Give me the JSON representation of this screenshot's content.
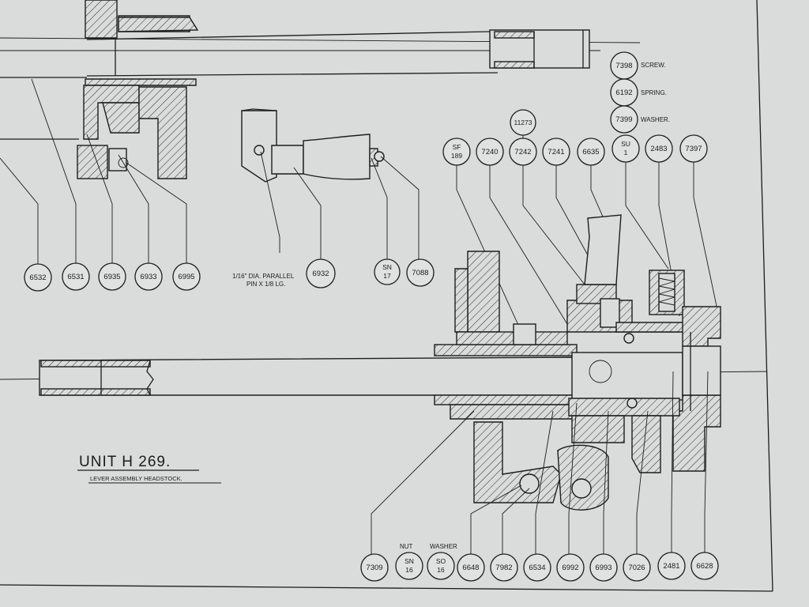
{
  "title": {
    "unit": "UNIT  H 269.",
    "subtitle": "LEVER ASSEMBLY HEADSTOCK."
  },
  "notes": {
    "pin_line1": "1/16\" DIA. PARALLEL",
    "pin_line2": "PIN X 1/8 LG.",
    "nut": "NUT",
    "washer": "WASHER"
  },
  "callouts_top": {
    "screw_no": "7398",
    "screw_label": "SCREW.",
    "spring_no": "6192",
    "spring_label": "SPRING.",
    "washer_no": "7399",
    "washer_label": "WASHER."
  },
  "bubbles": {
    "b6532": "6532",
    "b6531": "6531",
    "b6935": "6935",
    "b6933": "6933",
    "b6995": "6995",
    "b6932": "6932",
    "sn17_a": "SN",
    "sn17_b": "17",
    "b7088": "7088",
    "b11273": "11273",
    "sf189_a": "SF",
    "sf189_b": "189",
    "b7240": "7240",
    "b7242": "7242",
    "b7241": "7241",
    "b6635": "6635",
    "su1_a": "SU",
    "su1_b": "1",
    "b2483": "2483",
    "b7397": "7397",
    "b7309": "7309",
    "sn16_a": "SN",
    "sn16_b": "16",
    "so16_a": "SO",
    "so16_b": "16",
    "b6648": "6648",
    "b7982": "7982",
    "b6534": "6534",
    "b6992": "6992",
    "b6993": "6993",
    "b7026": "7026",
    "b2481": "2481",
    "b6628": "6628"
  }
}
